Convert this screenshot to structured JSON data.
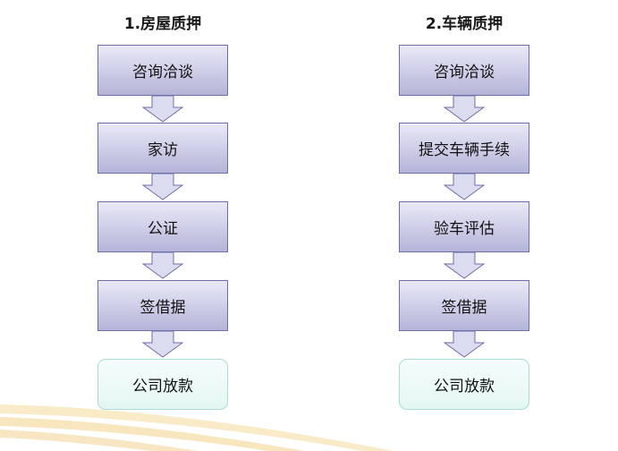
{
  "flows": [
    {
      "title": "1.房屋质押",
      "steps": [
        "咨询洽谈",
        "家访",
        "公证",
        "签借据",
        "公司放款"
      ]
    },
    {
      "title": "2.车辆质押",
      "steps": [
        "咨询洽谈",
        "提交车辆手续",
        "验车评估",
        "签借据",
        "公司放款"
      ]
    }
  ],
  "colors": {
    "step_fill": "#c9c9e6",
    "step_border": "#6e6ea6",
    "arrow_fill": "#dcdcf0",
    "final_fill": "#e8f8f5",
    "final_border": "#a9dcd5",
    "swoosh": "#f2d28a"
  }
}
